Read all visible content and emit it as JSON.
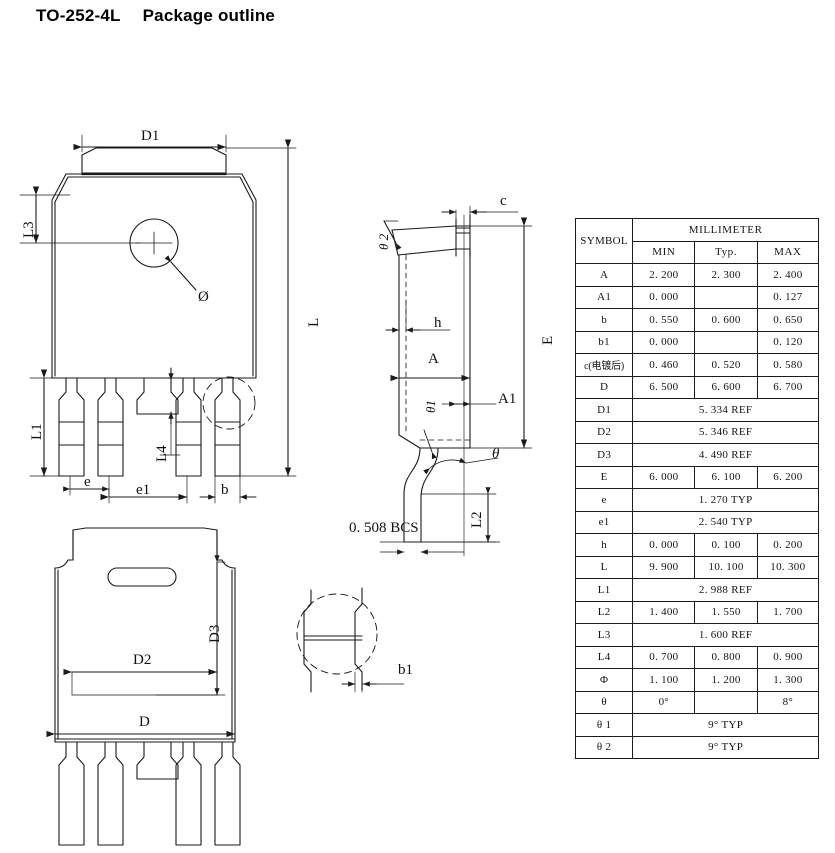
{
  "title": {
    "package": "TO-252-4L",
    "heading": "Package outline"
  },
  "table": {
    "symbol_header": "SYMBOL",
    "unit_header": "MILLIMETER",
    "col_min": "MIN",
    "col_typ": "Typ.",
    "col_max": "MAX",
    "rows": [
      {
        "symbol": "A",
        "min": "2. 200",
        "typ": "2. 300",
        "max": "2. 400",
        "span": false
      },
      {
        "symbol": "A1",
        "min": "0. 000",
        "typ": "",
        "max": "0. 127",
        "span": false
      },
      {
        "symbol": "b",
        "min": "0. 550",
        "typ": "0. 600",
        "max": "0. 650",
        "span": false
      },
      {
        "symbol": "b1",
        "min": "0. 000",
        "typ": "",
        "max": "0. 120",
        "span": false
      },
      {
        "symbol": "c(电镀后)",
        "min": "0. 460",
        "typ": "0. 520",
        "max": "0. 580",
        "span": false
      },
      {
        "symbol": "D",
        "min": "6. 500",
        "typ": "6. 600",
        "max": "6. 700",
        "span": false
      },
      {
        "symbol": "D1",
        "value": "5. 334  REF",
        "span": true
      },
      {
        "symbol": "D2",
        "value": "5. 346  REF",
        "span": true
      },
      {
        "symbol": "D3",
        "value": "4. 490  REF",
        "span": true
      },
      {
        "symbol": "E",
        "min": "6. 000",
        "typ": "6. 100",
        "max": "6. 200",
        "span": false
      },
      {
        "symbol": "e",
        "value": "1. 270  TYP",
        "span": true
      },
      {
        "symbol": "e1",
        "value": "2. 540  TYP",
        "span": true
      },
      {
        "symbol": "h",
        "min": "0. 000",
        "typ": "0. 100",
        "max": "0. 200",
        "span": false
      },
      {
        "symbol": "L",
        "min": "9. 900",
        "typ": "10. 100",
        "max": "10. 300",
        "span": false
      },
      {
        "symbol": "L1",
        "value": "2. 988  REF",
        "span": true
      },
      {
        "symbol": "L2",
        "min": "1. 400",
        "typ": "1. 550",
        "max": "1. 700",
        "span": false
      },
      {
        "symbol": "L3",
        "value": "1. 600  REF",
        "span": true
      },
      {
        "symbol": "L4",
        "min": "0. 700",
        "typ": "0. 800",
        "max": "0. 900",
        "span": false
      },
      {
        "symbol": "Φ",
        "min": "1. 100",
        "typ": "1. 200",
        "max": "1. 300",
        "span": false
      },
      {
        "symbol": "θ",
        "min": "0°",
        "typ": "",
        "max": "8°",
        "span": false
      },
      {
        "symbol": "θ 1",
        "value": "9°  TYP",
        "span": true
      },
      {
        "symbol": "θ 2",
        "value": "9°  TYP",
        "span": true
      }
    ]
  },
  "top_view": {
    "d1": "D1",
    "l3": "L3",
    "phi": "Ø",
    "l": "L",
    "l1": "L1",
    "l4": "L4",
    "e": "e",
    "e1": "e1",
    "b": "b"
  },
  "side_view": {
    "c": "c",
    "theta2": "θ 2",
    "h": "h",
    "a": "A",
    "theta1": "θ1",
    "a1": "A1",
    "theta": "θ",
    "e": "E",
    "l2": "L2",
    "bcs": "0. 508  BCS"
  },
  "bottom_view": {
    "d3": "D3",
    "d2": "D2",
    "d": "D"
  },
  "detail_view": {
    "b1": "b1"
  },
  "colors": {
    "line": "#1a1a1a",
    "text": "#111111",
    "background": "#ffffff"
  }
}
